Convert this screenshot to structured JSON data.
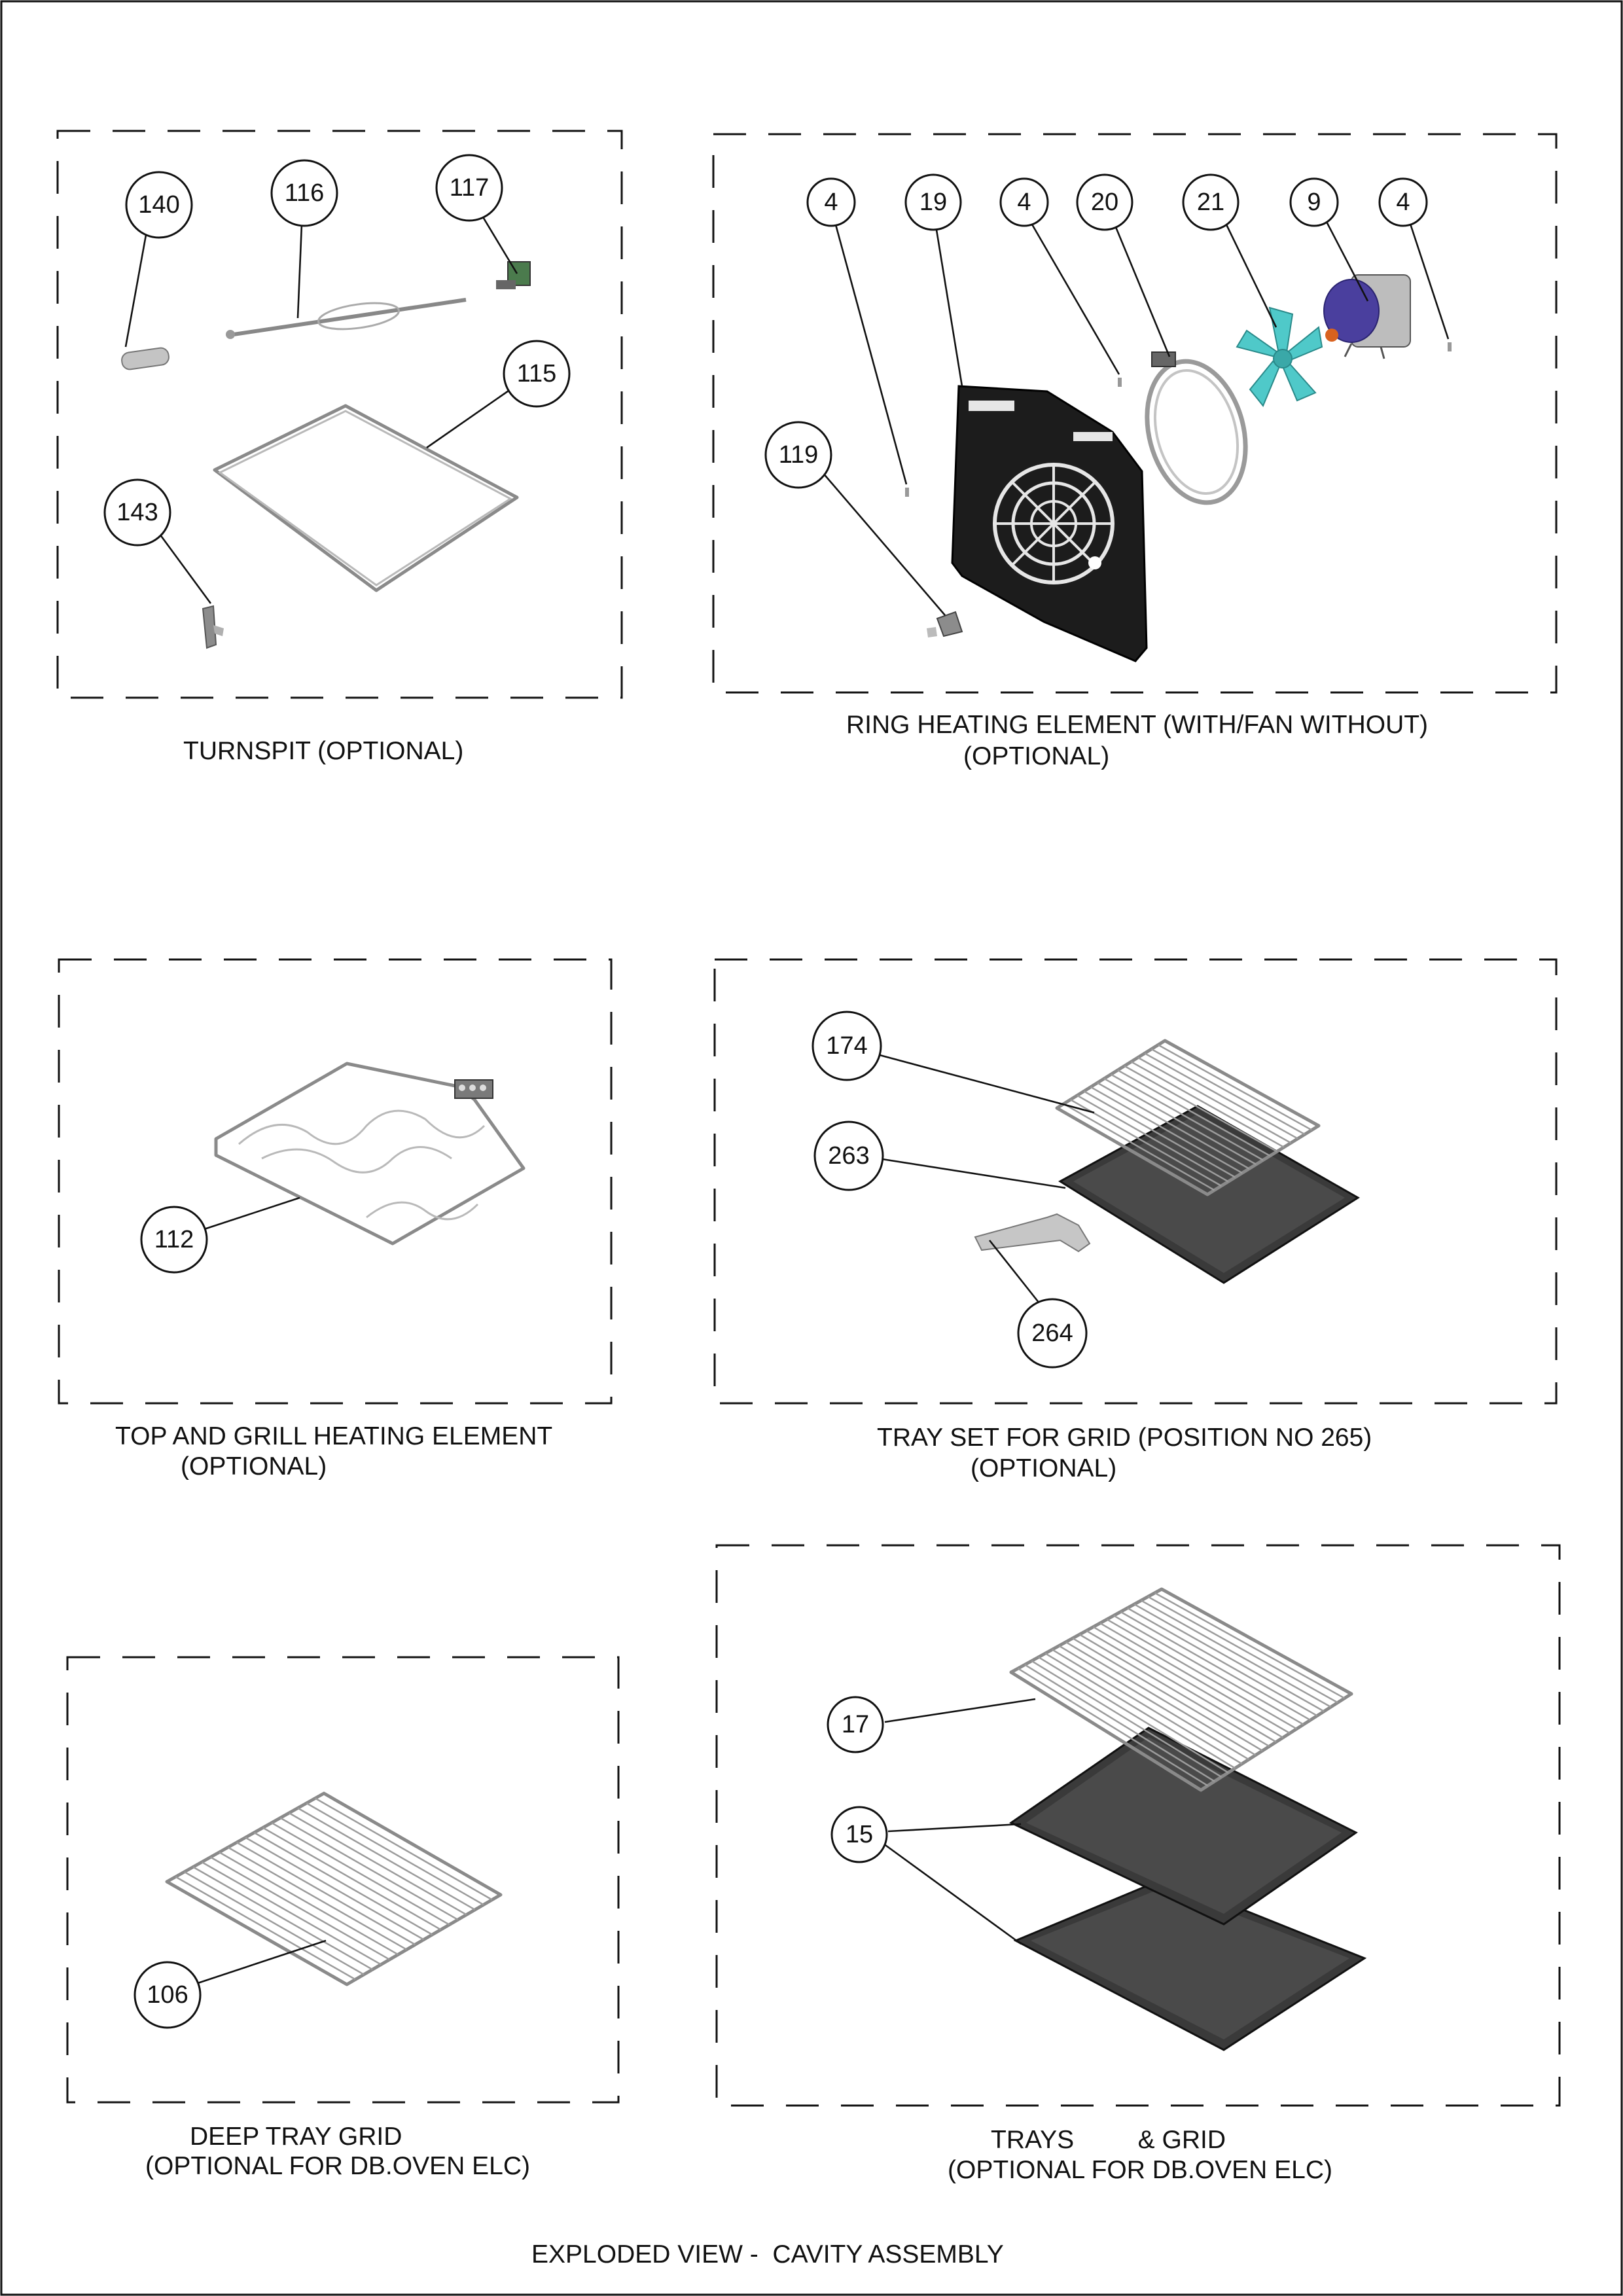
{
  "sections": {
    "turnspit": {
      "caption": [
        "TURNSPIT (OPTIONAL)"
      ]
    },
    "ring": {
      "caption": [
        "RING HEATING ELEMENT (WITH/FAN WITHOUT)",
        "(OPTIONAL)"
      ]
    },
    "top_grill": {
      "caption": [
        "TOP AND GRILL HEATING ELEMENT",
        "(OPTIONAL)"
      ]
    },
    "tray_set": {
      "caption": [
        "TRAY SET FOR GRID (POSITION NO 265)",
        "(OPTIONAL)"
      ]
    },
    "deep_tray": {
      "caption": [
        "DEEP TRAY GRID",
        "(OPTIONAL FOR DB.OVEN ELC)"
      ]
    },
    "trays_grid": {
      "caption": [
        "TRAYS         & GRID",
        "(OPTIONAL FOR DB.OVEN ELC)"
      ]
    }
  },
  "callouts": {
    "p140": "140",
    "p116": "116",
    "p117": "117",
    "p115": "115",
    "p143": "143",
    "p4a": "4",
    "p19": "19",
    "p4b": "4",
    "p20": "20",
    "p21": "21",
    "p9": "9",
    "p4c": "4",
    "p119": "119",
    "p112": "112",
    "p174": "174",
    "p263": "263",
    "p264": "264",
    "p106": "106",
    "p17": "17",
    "p15": "15"
  },
  "footer": {
    "title": "EXPLODED VIEW -  CAVITY ASSEMBLY"
  },
  "colors": {
    "fan_blade": "#4fc9c9",
    "motor": "#4a3f9e",
    "dark_part": "#1c1c1c",
    "tray": "#3a3a3a"
  }
}
